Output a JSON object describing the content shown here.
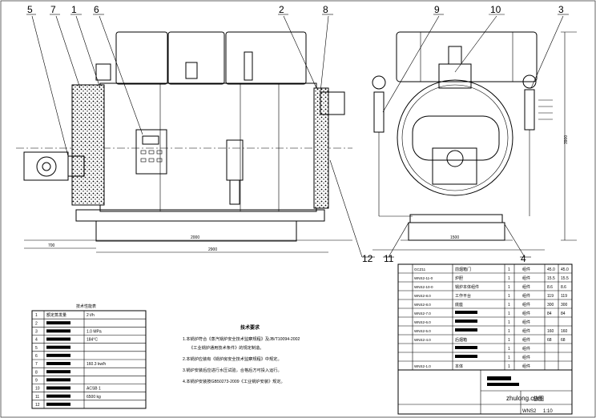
{
  "callouts": [
    "5",
    "7",
    "1",
    "6",
    "2",
    "8",
    "9",
    "10",
    "3",
    "12",
    "11",
    "4"
  ],
  "tech_notes": {
    "title": "技术要求",
    "items": [
      "1.本锅炉符合《蒸汽锅炉安全技术监察规程》及JB/T10094-2002",
      "《工业锅炉通用技术条件》的规定制造。",
      "2.本锅炉应装有《锅炉房安全技术监察规程》中规定。",
      "3.锅炉安装后应进行水压试验，合格后方可投入运行。",
      "4.本锅炉安装按GB50273-2009《工业锅炉安装》规定。"
    ]
  },
  "spec_table": {
    "title": "技术性能表",
    "rows": [
      {
        "no": "1",
        "name": "额定蒸发量",
        "value": "2 t/h"
      },
      {
        "no": "2",
        "name": "",
        "value": ""
      },
      {
        "no": "3",
        "name": "",
        "value": "1.0 MPa"
      },
      {
        "no": "4",
        "name": "",
        "value": "184°C"
      },
      {
        "no": "5",
        "name": "",
        "value": ""
      },
      {
        "no": "6",
        "name": "",
        "value": ""
      },
      {
        "no": "7",
        "name": "",
        "value": "160.3 kw/h"
      },
      {
        "no": "8",
        "name": "",
        "value": ""
      },
      {
        "no": "9",
        "name": "",
        "value": ""
      },
      {
        "no": "10",
        "name": "",
        "value": "ACSB 1"
      },
      {
        "no": "11",
        "name": "",
        "value": "6500 kg"
      },
      {
        "no": "12",
        "name": "",
        "value": ""
      }
    ]
  },
  "parts_list": {
    "rows": [
      {
        "code": "GCZ11",
        "name": "前烟箱门",
        "qty": "1",
        "mat": "组件",
        "w1": "45.0",
        "w2": "45.0"
      },
      {
        "code": "WNS2-11-0",
        "name": "炉胆",
        "qty": "1",
        "mat": "组件",
        "w1": "15.5",
        "w2": "15.5"
      },
      {
        "code": "WNS2-10-0",
        "name": "锅炉本体组件",
        "qty": "1",
        "mat": "组件",
        "w1": "8.6",
        "w2": "8.6"
      },
      {
        "code": "WNS2-8.0",
        "name": "工作平台",
        "qty": "1",
        "mat": "组件",
        "w1": "119",
        "w2": "119"
      },
      {
        "code": "WNS2-8.0",
        "name": "底座",
        "qty": "1",
        "mat": "组件",
        "w1": "300",
        "w2": "300"
      },
      {
        "code": "WNS2-7.0",
        "name": "",
        "qty": "1",
        "mat": "组件",
        "w1": "84",
        "w2": "84"
      },
      {
        "code": "WNS2-6.0",
        "name": "",
        "qty": "1",
        "mat": "组件",
        "w1": "",
        "w2": ""
      },
      {
        "code": "WNS2-5.0",
        "name": "",
        "qty": "1",
        "mat": "组件",
        "w1": "160",
        "w2": "160"
      },
      {
        "code": "WNS2-4.0",
        "name": "后烟箱",
        "qty": "1",
        "mat": "组件",
        "w1": "68",
        "w2": "68"
      },
      {
        "code": "",
        "name": "",
        "qty": "1",
        "mat": "组件",
        "w1": "",
        "w2": ""
      },
      {
        "code": "",
        "name": "",
        "qty": "1",
        "mat": "组件",
        "w1": "",
        "w2": ""
      },
      {
        "code": "WNS2-1.0",
        "name": "本体",
        "qty": "1",
        "mat": "组件",
        "w1": "",
        "w2": ""
      }
    ]
  },
  "title_block": {
    "title": "总图",
    "drawing_no": "WNS2",
    "scale": "1:10"
  },
  "dimensions": {
    "overall_length": "2900",
    "base_length": "2000",
    "front_width": "1500",
    "height": "3900",
    "left_ext": "700"
  },
  "watermark": "zhulong.com"
}
